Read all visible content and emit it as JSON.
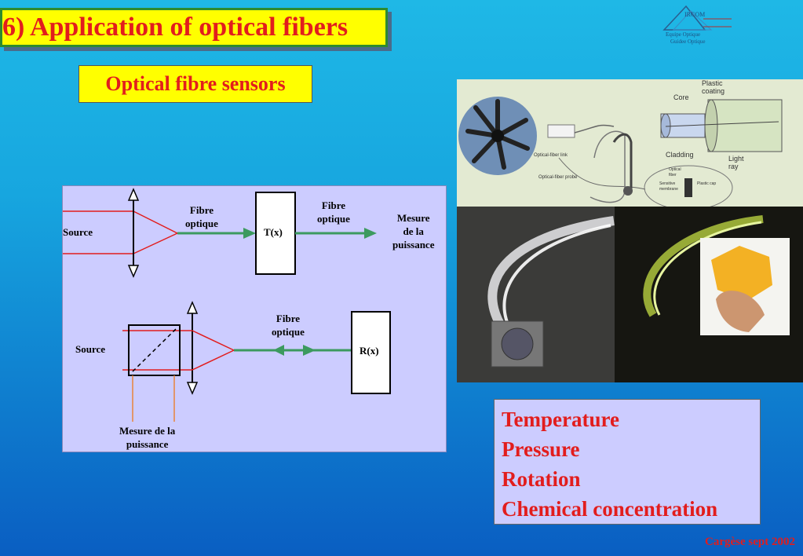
{
  "slide": {
    "title": "6) Application of optical fibers",
    "subtitle": "Optical fibre sensors",
    "footer": "Cargèse sept 2002"
  },
  "logo": {
    "name": "IRCOM",
    "line1": "Equipe Optique",
    "line2": "Guidee Optique"
  },
  "diagram": {
    "top": {
      "source": "Source",
      "fibre1": "Fibre\noptique",
      "box": "T(x)",
      "fibre2": "Fibre\noptique",
      "measure": "Mesure\nde la\npuissance"
    },
    "bottom": {
      "source": "Source",
      "fibre": "Fibre\noptique",
      "box": "R(x)",
      "measure": "Mesure de la\npuissance"
    }
  },
  "photo": {
    "labels": {
      "plastic_coating": "Plastic\ncoating",
      "core": "Core",
      "cladding": "Cladding",
      "light_ray": "Light\nray",
      "link": "Optical-fiber link",
      "probe": "Optical-fiber probe",
      "optical_fiber": "Optical\nfiber",
      "sensitive_membrane": "Sensitive\nmembrane",
      "plastic_cap": "Plastic cap"
    }
  },
  "applications": [
    "Temperature",
    "Pressure",
    "Rotation",
    "Chemical concentration"
  ],
  "colors": {
    "accent_red": "#e21d1d",
    "highlight_yellow": "#ffff00",
    "fibre_green": "#3c9a5f",
    "diagram_bg": "#ccccff"
  }
}
